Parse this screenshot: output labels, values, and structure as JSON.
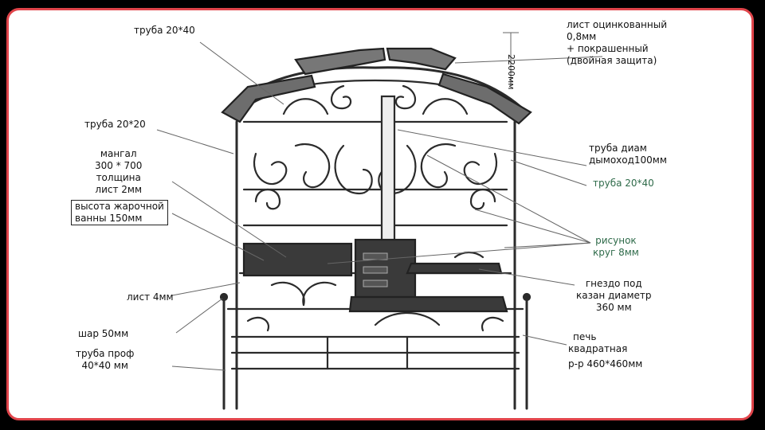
{
  "labels": {
    "roof_pipe": "труба 20*40",
    "sheet_line1": "лист оцинкованный",
    "sheet_line2": "0,8мм",
    "sheet_line3": "+ покрашенный",
    "sheet_line4": "(двойная защита)",
    "height": "2200мм",
    "pipe_20x20": "труба 20*20",
    "grill_line1": "мангал",
    "grill_line2": "300 * 700",
    "grill_line3": "толщина",
    "grill_line4": "лист 2мм",
    "bath_line1": "высота жарочной",
    "bath_line2": "ванны 150мм",
    "chimney_line1": "труба диам",
    "chimney_line2": "дымоход100мм",
    "pipe_20x40_right": "труба 20*40",
    "pattern_line1": "рисунок",
    "pattern_line2": "круг 8мм",
    "nest_line1": "гнездо под",
    "nest_line2": "казан диаметр",
    "nest_line3": "360 мм",
    "sheet_4mm": "лист 4мм",
    "ball": "шар 50мм",
    "prof_line1": "труба проф",
    "prof_line2": "40*40 мм",
    "stove_line1": "печь",
    "stove_line2": "квадратная",
    "stove_line3": "р-р 460*460мм"
  },
  "colors": {
    "frame_border": "#e0444a",
    "background": "#ffffff",
    "metal": "#2b2b2b",
    "green_text": "#2f6b4a"
  }
}
